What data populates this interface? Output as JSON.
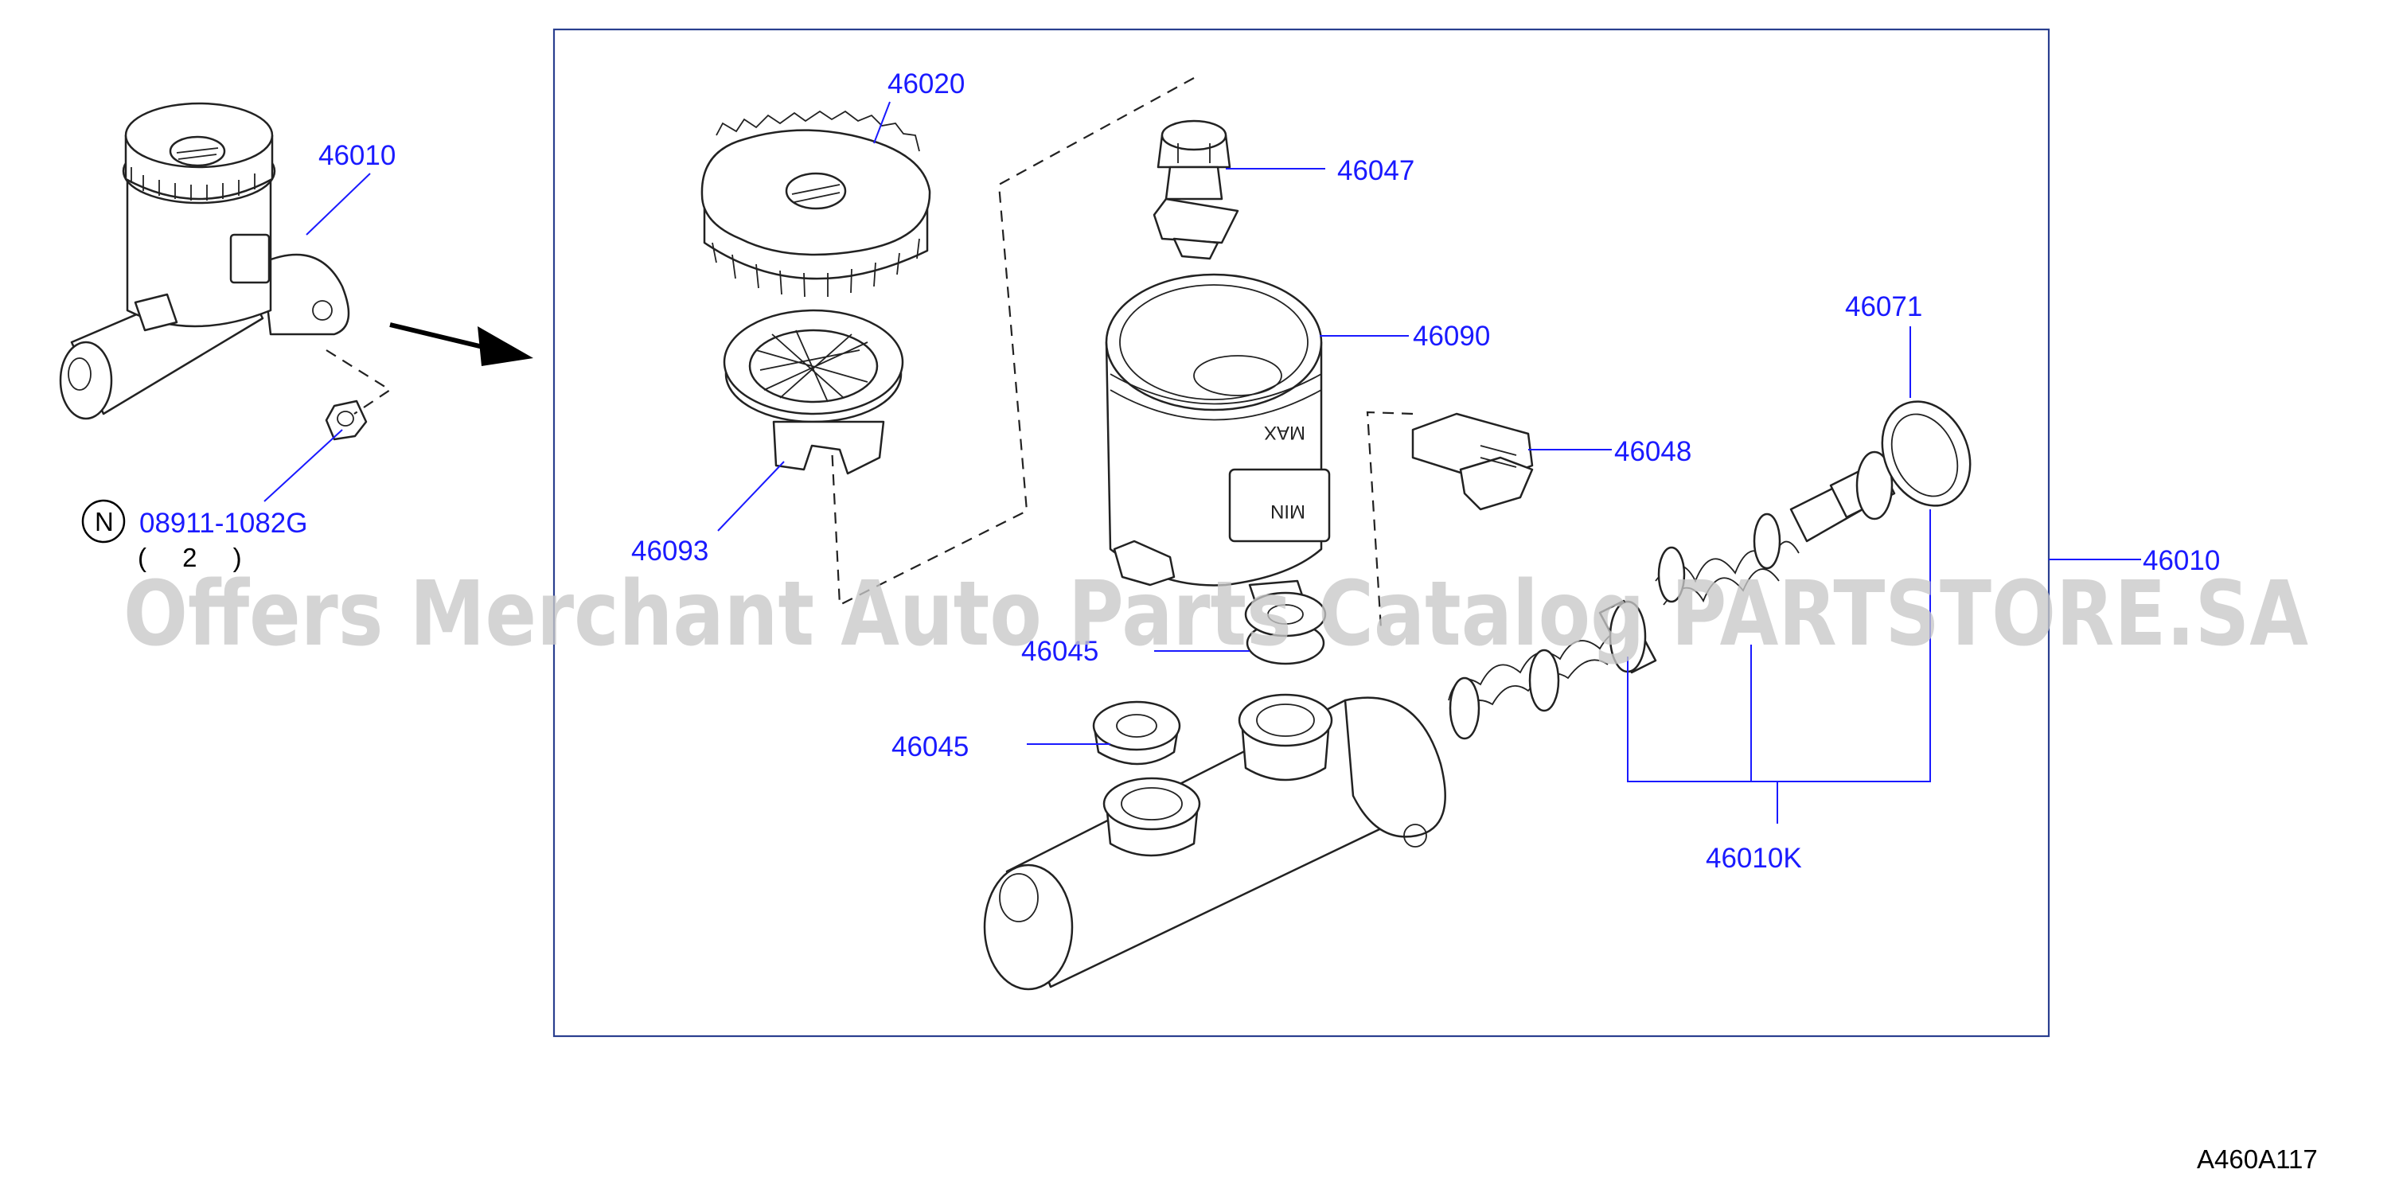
{
  "labels": {
    "assembly_left": "46010",
    "bolt_nut": "08911-1082G",
    "qty": "( 2 )",
    "circle_mark": "N",
    "cap": "46020",
    "strainer": "46093",
    "connector": "46047",
    "reservoir": "46090",
    "grommet_upper": "46045",
    "grommet_lower": "46045",
    "sensor": "46048",
    "cup": "46071",
    "assembly_right": "46010",
    "piston_kit": "46010K"
  },
  "watermark": "Offers Merchant Auto Parts Catalog PARTSTORE.SA",
  "figure_code": "A460A117",
  "reservoir_marks": {
    "max": "MAX",
    "min": "MIN"
  }
}
